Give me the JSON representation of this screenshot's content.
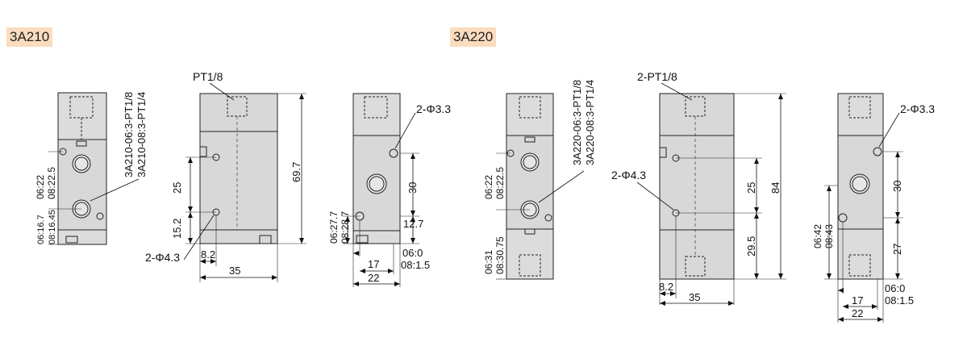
{
  "models": {
    "left": {
      "name": "3A210",
      "callout_ports": [
        "3A210-06:3-PT1/8",
        "3A210-08:3-PT1/4"
      ],
      "side_dims": [
        "06:22",
        "08:22.5",
        "06:16.7",
        "08:16.45"
      ],
      "front_port": "PT1/8",
      "front_dims": [
        "25",
        "15.2",
        "69.7",
        "8.2",
        "35"
      ],
      "front_holes": "2-Φ4.3",
      "end_holes": "2-Φ3.3",
      "end_dims": [
        "06:27.7",
        "08:28.7",
        "30",
        "12.7",
        "17",
        "22",
        "06:0",
        "08:1.5"
      ]
    },
    "right": {
      "name": "3A220",
      "callout_ports": [
        "3A220-06:3-PT1/8",
        "3A220-08:3-PT1/4"
      ],
      "side_dims": [
        "06:22",
        "08:22.5",
        "06:31",
        "08:30.75"
      ],
      "front_port": "2-PT1/8",
      "front_holes": "2-Φ4.3",
      "front_dims": [
        "25",
        "84",
        "29.5",
        "8.2",
        "35"
      ],
      "end_holes": "2-Φ3.3",
      "end_dims": [
        "06:42",
        "08:43",
        "30",
        "27",
        "17",
        "22",
        "06:0",
        "08:1.5"
      ]
    }
  }
}
